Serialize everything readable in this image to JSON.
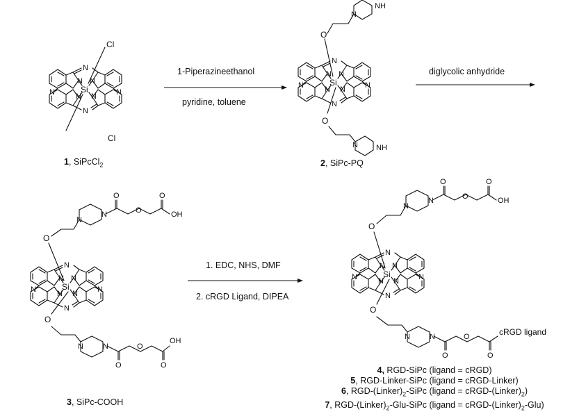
{
  "atoms": {
    "cl": "Cl",
    "n": "N",
    "nh": "NH",
    "si": "Si",
    "o": "O",
    "oh": "OH",
    "rgd": "cRGD ligand"
  },
  "compounds": {
    "c1": {
      "num": "1",
      "rest": ", SiPcCl",
      "sub": "2"
    },
    "c2": {
      "num": "2",
      "rest": ", SiPc-PQ"
    },
    "c3": {
      "num": "3",
      "rest": ", SiPc-COOH"
    }
  },
  "reactions": {
    "r1_above": "1-Piperazineethanol",
    "r1_below": "pyridine, toluene",
    "r2_above": "diglycolic anhydride",
    "r3_above": "1. EDC, NHS, DMF",
    "r3_below": "2.  cRGD Ligand, DIPEA"
  },
  "products": [
    {
      "num": "4,",
      "p1": " RGD-SiPc (ligand = cRGD)"
    },
    {
      "num": "5",
      "p1": ", RGD-Linker-SiPc (ligand =  cRGD-Linker)"
    },
    {
      "num": "6",
      "p1": ", RGD-(Linker)",
      "s1": "2",
      "p2": "-SiPc (ligand = cRGD-(Linker)",
      "s2": "2",
      "p3": ")"
    },
    {
      "num": "7",
      "p1": ", RGD-(Linker)",
      "s1": "2",
      "p2": "-Glu-SiPc (ligand = cRGD-(Linker)",
      "s2": "2",
      "p3": "-Glu)"
    }
  ]
}
